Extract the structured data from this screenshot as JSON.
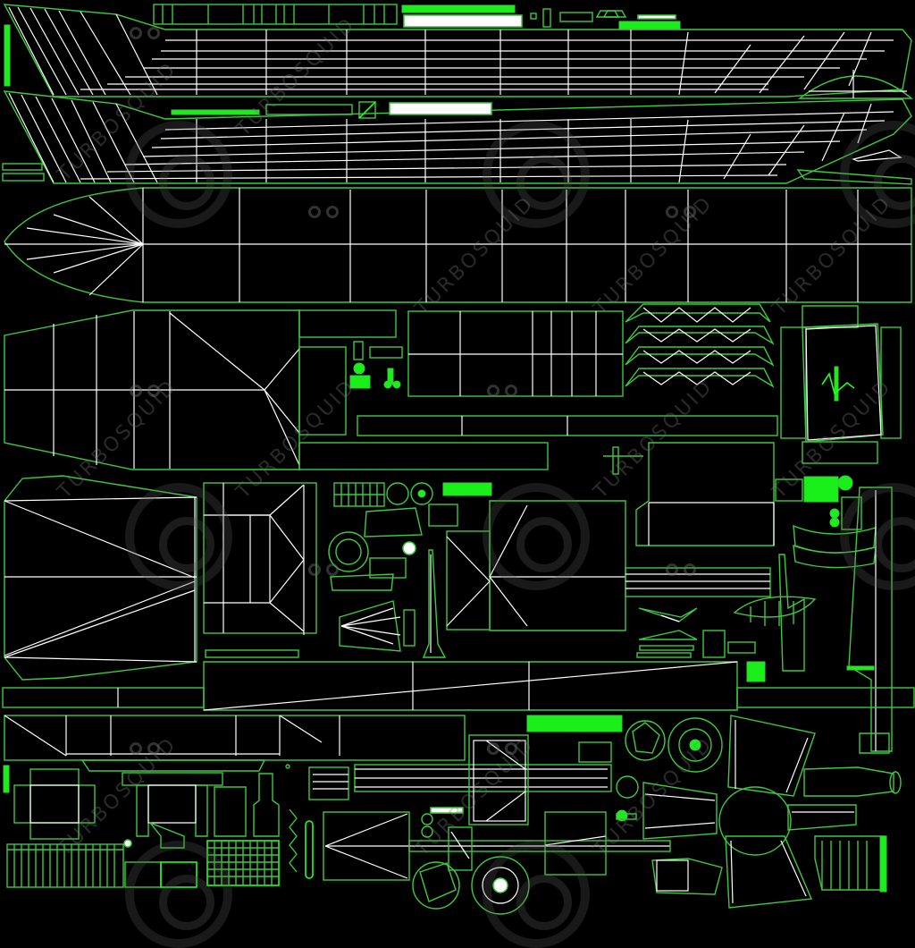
{
  "texture": {
    "description": "UV wireframe texture atlas",
    "background_color": "#000000",
    "edge_color": "#3fc93f",
    "inner_edge_color": "#ffffff",
    "fill_color": "#19ef19"
  },
  "watermark": {
    "text": "TURBOSQUID",
    "color": "#7a7a7a"
  },
  "watermarks": [
    {
      "text": "TURBOSQUID"
    },
    {
      "text": "TURBOSQUID"
    },
    {
      "text": "TURBOSQUID"
    },
    {
      "text": "TURBOSQUID"
    },
    {
      "text": "TURBOSQUID"
    },
    {
      "text": "TURBOSQUID"
    },
    {
      "text": "TURBOSQUID"
    },
    {
      "text": "TURBOSQUID"
    },
    {
      "text": "TURBOSQUID"
    },
    {
      "text": "TURBOSQUID"
    },
    {
      "text": "TURBOSQUID"
    },
    {
      "text": "TURBOSQUID"
    }
  ]
}
